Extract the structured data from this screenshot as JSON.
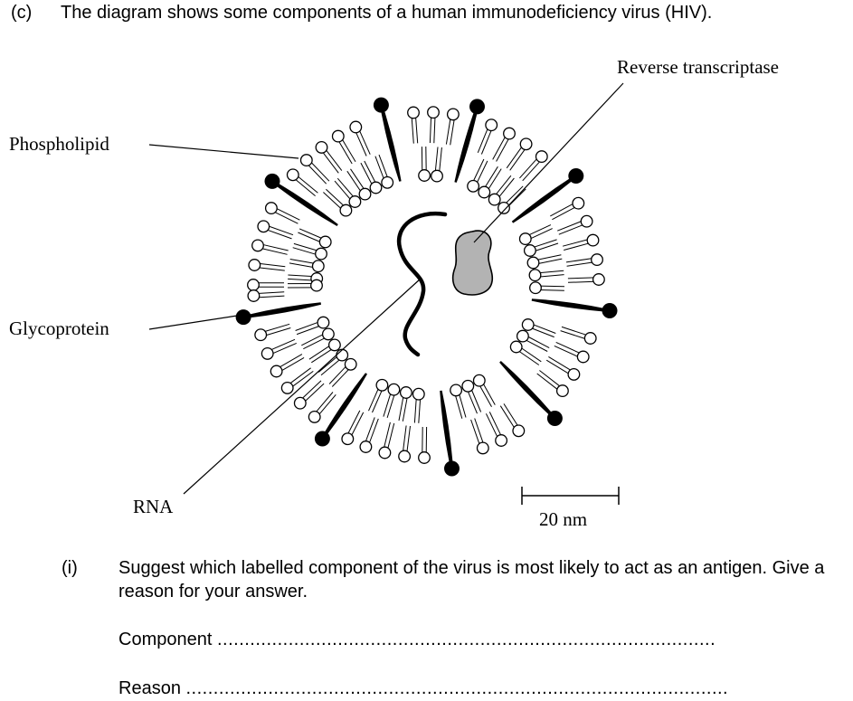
{
  "question": {
    "part": "(c)",
    "text": "The diagram shows some components of a human immunodeficiency virus (HIV)."
  },
  "diagram": {
    "labels": {
      "reverse_transcriptase": "Reverse transcriptase",
      "phospholipid": "Phospholipid",
      "glycoprotein": "Glycoprotein",
      "rna": "RNA"
    },
    "scale_bar": "20 nm",
    "colors": {
      "ink": "#000000",
      "enzyme_fill": "#b3b3b3",
      "head_fill": "#ffffff"
    }
  },
  "sub_question": {
    "number": "(i)",
    "text": "Suggest which labelled component of the virus is most likely to act as an antigen. Give a reason for your answer."
  },
  "answers": {
    "component_label": "Component",
    "component_dots": "...........................................................................................",
    "reason_label": "Reason",
    "reason_dots": "..................................................................................................."
  }
}
